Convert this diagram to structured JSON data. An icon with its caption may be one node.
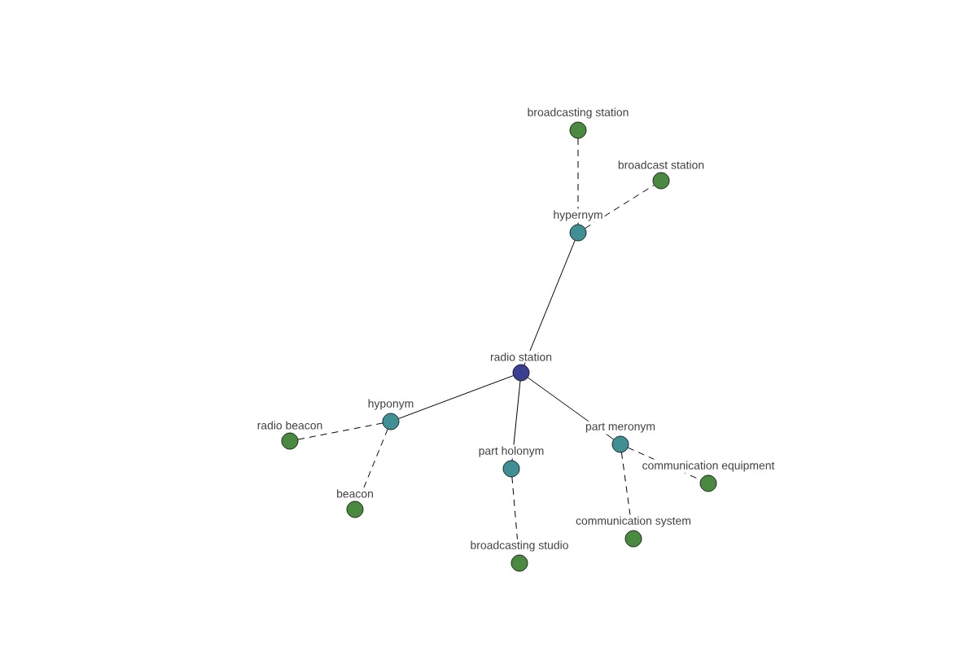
{
  "diagram": {
    "nodes": [
      {
        "text": [
          "broadcasting station"
        ]
      },
      {
        "text": [
          "broadcast station"
        ]
      },
      {
        "text": [
          "hypernym"
        ]
      },
      {
        "text": [
          "radio station"
        ]
      },
      {
        "text": [
          "hyponym"
        ]
      },
      {
        "text": [
          "radio beacon"
        ]
      },
      {
        "text": [
          "part holonym"
        ]
      },
      {
        "text": [
          "part meronym"
        ]
      },
      {
        "text": [
          "communication equipment"
        ]
      },
      {
        "text": [
          "beacon"
        ]
      },
      {
        "text": [
          "communication system"
        ]
      },
      {
        "text": [
          "broadcasting studio"
        ]
      }
    ],
    "edges": [
      {
        "from": 3,
        "to": 2,
        "arrow": "none"
      },
      {
        "from": 3,
        "to": 4,
        "arrow": "none"
      },
      {
        "from": 3,
        "to": 6,
        "arrow": "none"
      },
      {
        "from": 3,
        "to": 7,
        "arrow": "none"
      },
      {
        "from": 2,
        "to": 0,
        "arrow": "none",
        "style": "dashed"
      },
      {
        "from": 2,
        "to": 1,
        "arrow": "none",
        "style": "dashed"
      },
      {
        "from": 4,
        "to": 5,
        "arrow": "none",
        "style": "dashed"
      },
      {
        "from": 4,
        "to": 9,
        "arrow": "none",
        "style": "dashed"
      },
      {
        "from": 6,
        "to": 11,
        "arrow": "none",
        "style": "dashed"
      },
      {
        "from": 7,
        "to": 8,
        "arrow": "none",
        "style": "dashed"
      },
      {
        "from": 7,
        "to": 10,
        "arrow": "none",
        "style": "dashed"
      }
    ]
  }
}
